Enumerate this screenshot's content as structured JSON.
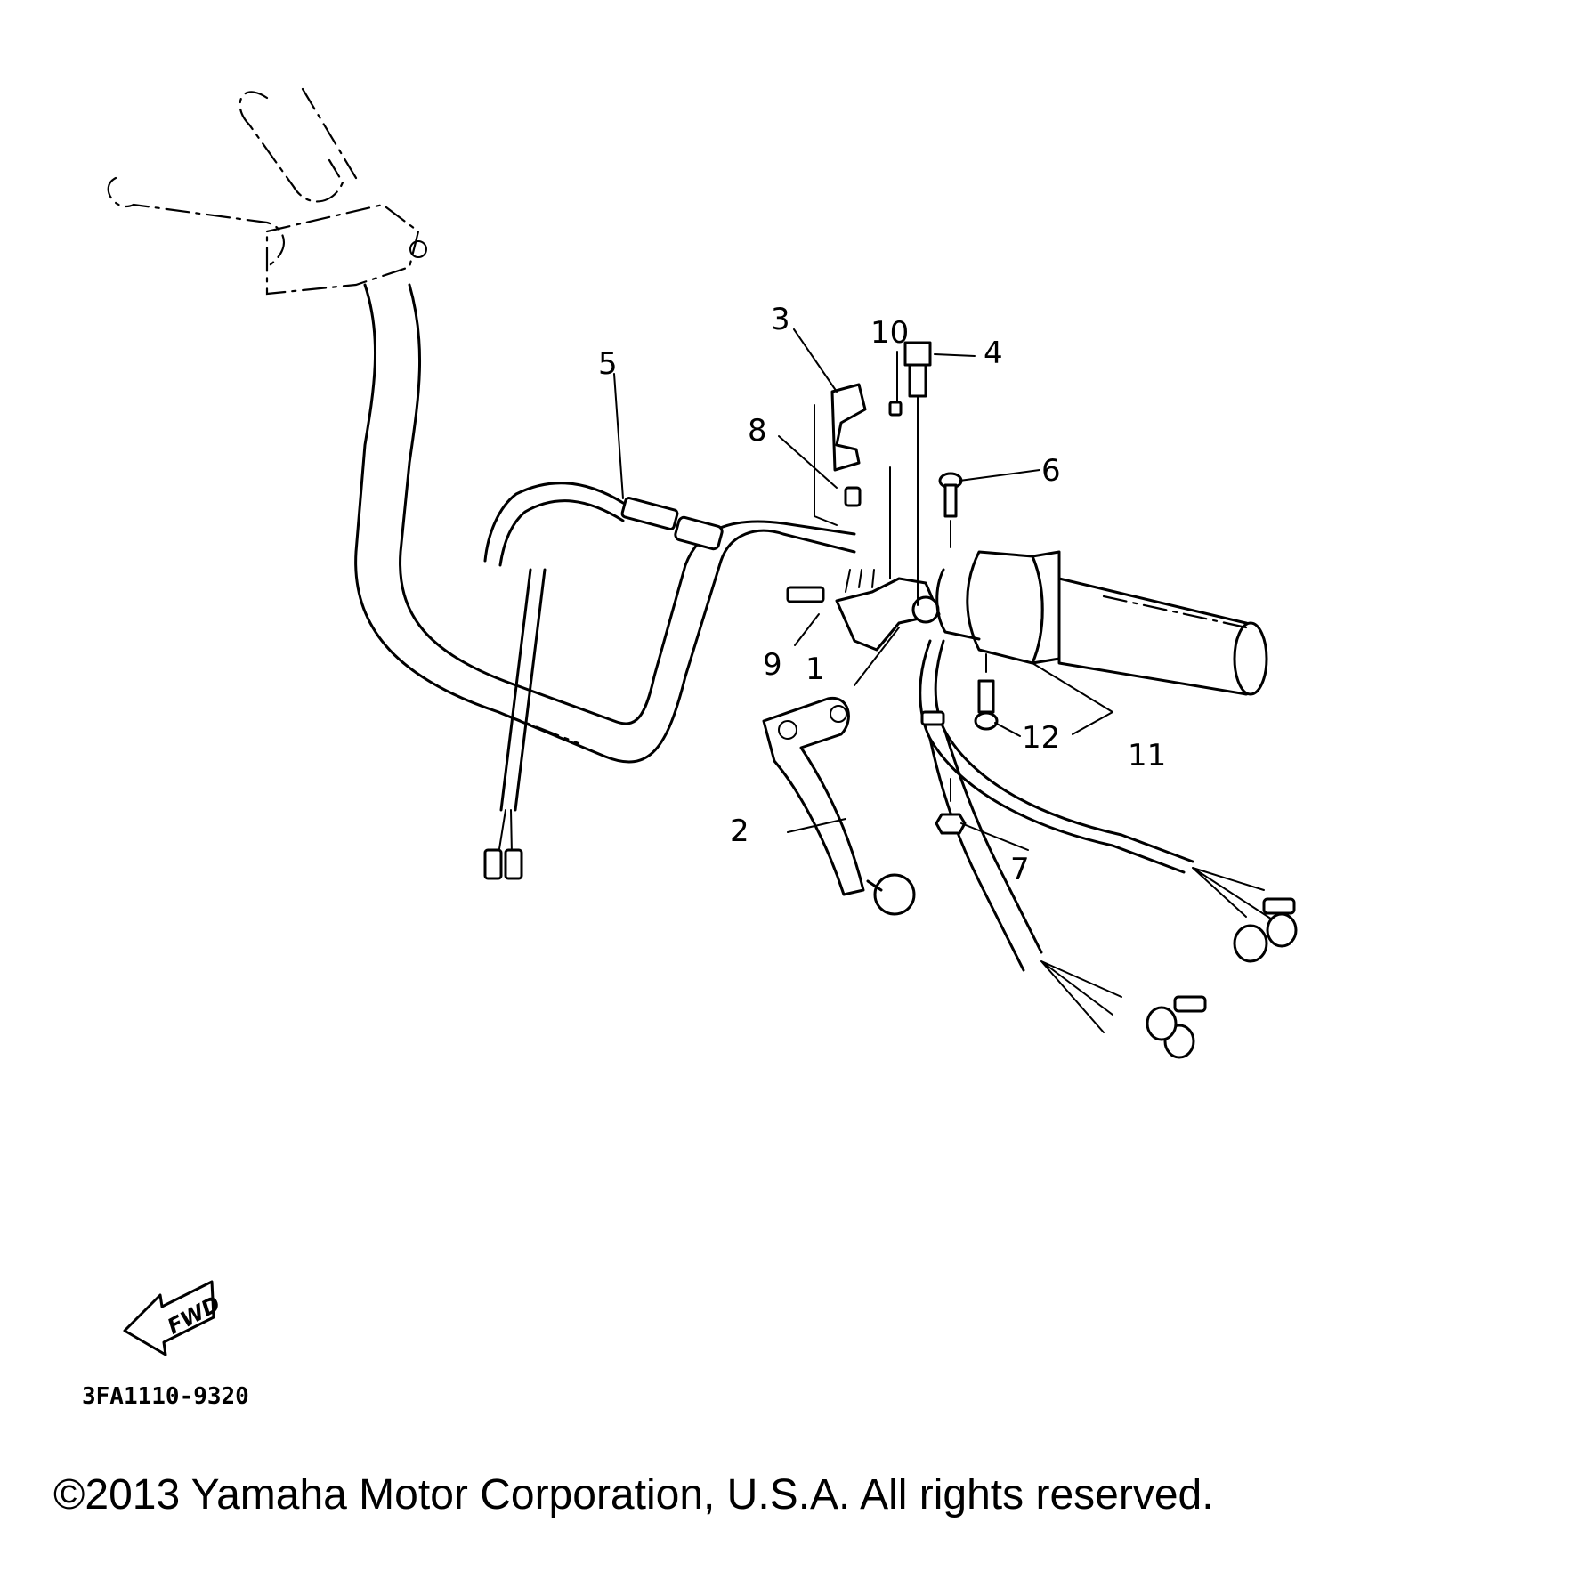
{
  "diagram": {
    "callouts": [
      {
        "id": "1",
        "label": "1"
      },
      {
        "id": "2",
        "label": "2"
      },
      {
        "id": "3",
        "label": "3"
      },
      {
        "id": "4",
        "label": "4"
      },
      {
        "id": "5",
        "label": "5"
      },
      {
        "id": "6",
        "label": "6"
      },
      {
        "id": "7",
        "label": "7"
      },
      {
        "id": "8",
        "label": "8"
      },
      {
        "id": "9",
        "label": "9"
      },
      {
        "id": "10",
        "label": "10"
      },
      {
        "id": "11",
        "label": "11"
      },
      {
        "id": "12",
        "label": "12"
      }
    ],
    "fwd_label": "FWD",
    "diagram_code": "3FA1110-9320"
  },
  "footer": {
    "copyright": "©2013 Yamaha Motor Corporation, U.S.A. All rights reserved."
  }
}
